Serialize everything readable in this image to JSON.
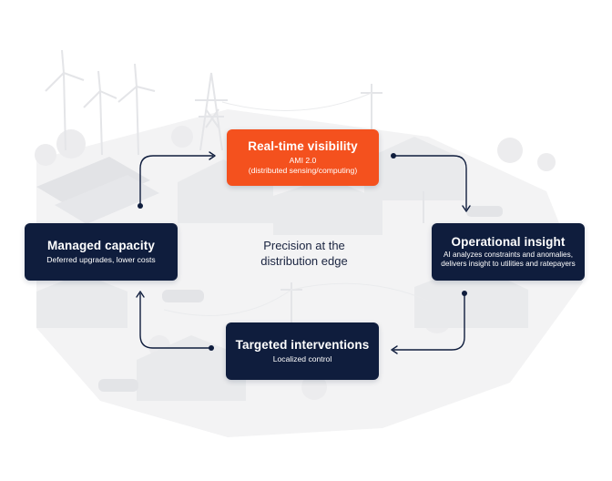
{
  "colors": {
    "accent": "#f4511e",
    "navy": "#0f1d3d",
    "background_art": "#e9eaec",
    "connector": "#0f1d3d"
  },
  "diagram": {
    "center_label": "Precision at the distribution edge",
    "nodes": [
      {
        "id": "top",
        "title": "Real-time visibility",
        "subtitle": "AMI 2.0\n(distributed sensing/computing)",
        "color": "accent"
      },
      {
        "id": "right",
        "title": "Operational insight",
        "subtitle": "AI analyzes constraints and anomalies,\ndelivers insight to utilities and ratepayers",
        "color": "navy"
      },
      {
        "id": "bottom",
        "title": "Targeted interventions",
        "subtitle": "Localized control",
        "color": "navy"
      },
      {
        "id": "left",
        "title": "Managed capacity",
        "subtitle": "Deferred upgrades, lower costs",
        "color": "navy"
      }
    ],
    "edges": [
      {
        "from": "top",
        "to": "right"
      },
      {
        "from": "right",
        "to": "bottom"
      },
      {
        "from": "bottom",
        "to": "left"
      },
      {
        "from": "left",
        "to": "top"
      }
    ],
    "background_icons": [
      "wind-turbine-icon",
      "power-pylon-icon",
      "solar-panel-icon",
      "house-icon",
      "tree-icon",
      "car-icon",
      "utility-pole-icon"
    ]
  }
}
